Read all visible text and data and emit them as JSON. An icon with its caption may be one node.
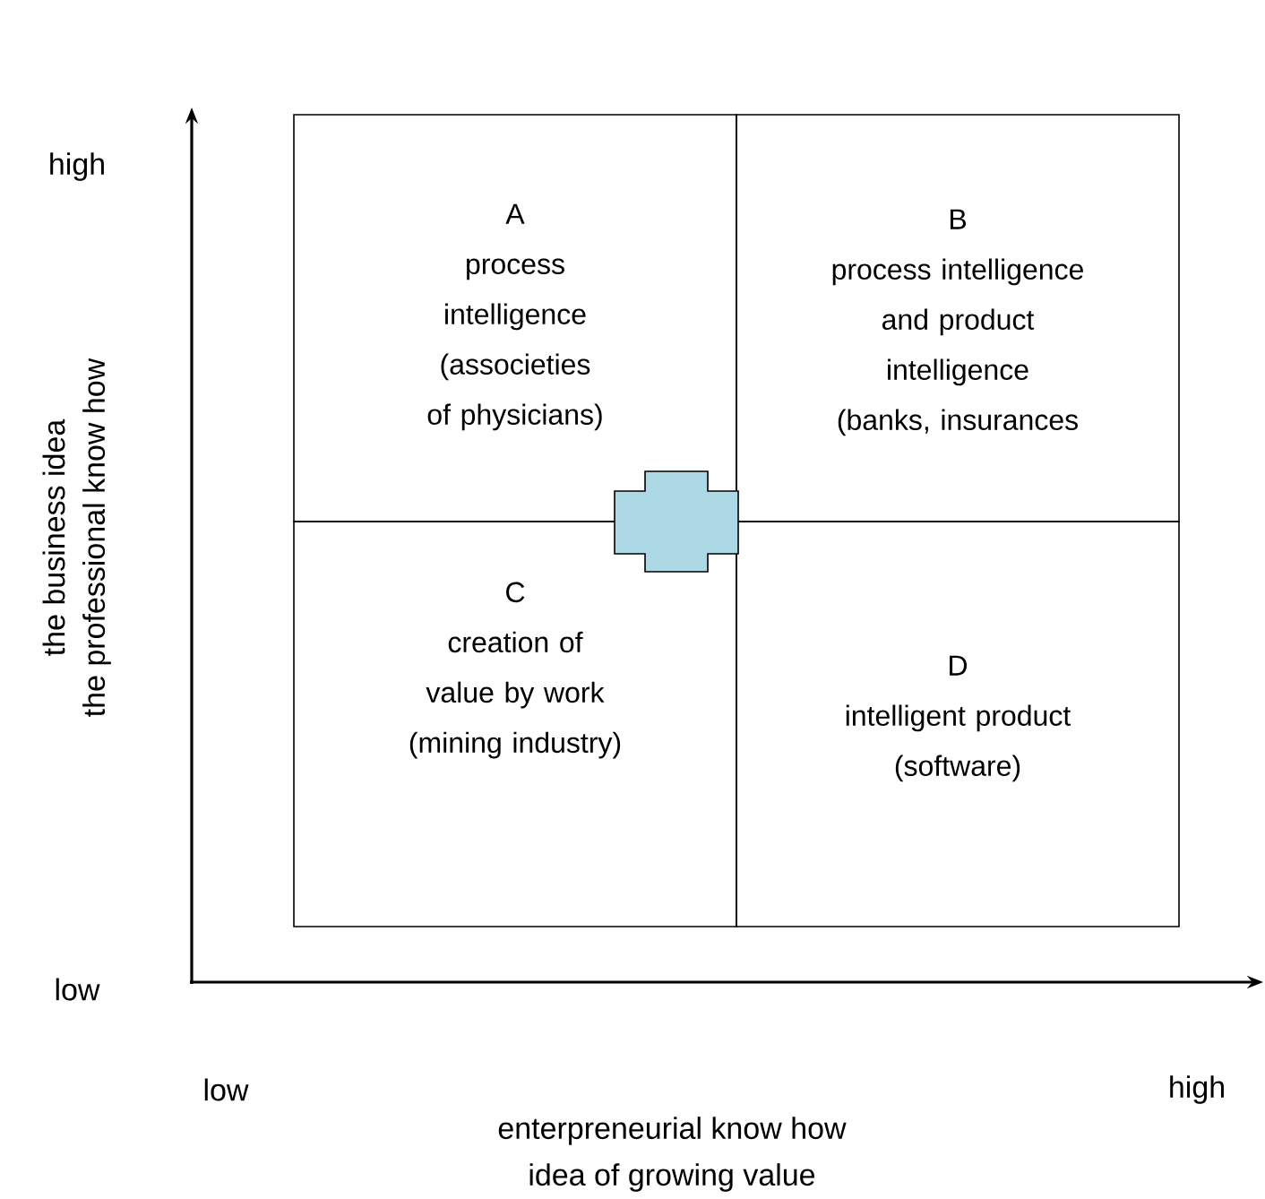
{
  "diagram": {
    "nodes": [
      {
        "text": [
          "A",
          "process intelligence (associeties of physicians)"
        ]
      },
      {
        "text": [
          "B",
          "process intelligence and product intelligence (banks, insurances"
        ]
      },
      {
        "text": [
          "C",
          "creation of value by work (mining industry)"
        ]
      },
      {
        "text": [
          "D",
          "intelligent product (software)"
        ]
      }
    ],
    "labels": [
      "high",
      "low",
      "the business idea",
      "the professional know how",
      "low",
      "high",
      "enterpreneurial know how",
      "idea of growing value"
    ]
  }
}
